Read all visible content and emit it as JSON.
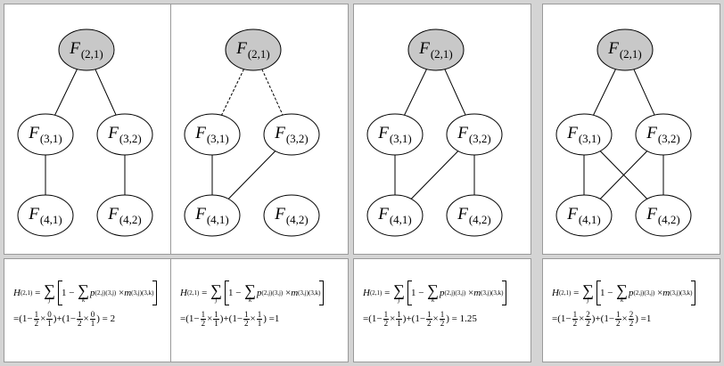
{
  "panels": [
    {
      "nodes": [
        {
          "id": "root",
          "var": "F",
          "sub": "(2,1)",
          "shaded": true
        },
        {
          "id": "a",
          "var": "F",
          "sub": "(3,1)"
        },
        {
          "id": "b",
          "var": "F",
          "sub": "(3,2)"
        },
        {
          "id": "c",
          "var": "F",
          "sub": "(4,1)"
        },
        {
          "id": "d",
          "var": "F",
          "sub": "(4,2)"
        }
      ],
      "edges": [
        {
          "from": "root",
          "to": "a",
          "style": "solid"
        },
        {
          "from": "root",
          "to": "b",
          "style": "solid"
        },
        {
          "from": "a",
          "to": "c",
          "style": "solid"
        },
        {
          "from": "b",
          "to": "d",
          "style": "solid"
        }
      ],
      "formula": {
        "lhs": "H",
        "lhs_sub": "(2,1)",
        "eq": "=",
        "one": "1",
        "minus": "−",
        "sum_sym": "∑",
        "outer_index": "j",
        "inner_index": "k",
        "p": "p",
        "p_sub": "(2,j)(3,j)",
        "times": "×",
        "m": "m",
        "m_sub": "(3,j)(3,k)",
        "expansion": {
          "prefix": "=(1−",
          "t1_frac": [
            "1",
            "2"
          ],
          "t1_times": "×",
          "t1_frac2": [
            "0",
            "1"
          ],
          "mid": ")+(1−",
          "t2_frac": [
            "1",
            "2"
          ],
          "t2_times": "×",
          "t2_frac2": [
            "0",
            "1"
          ],
          "suffix": ")",
          "result": "= 2"
        }
      }
    },
    {
      "nodes": [
        {
          "id": "root",
          "var": "F",
          "sub": "(2,1)",
          "shaded": true
        },
        {
          "id": "a",
          "var": "F",
          "sub": "(3,1)"
        },
        {
          "id": "b",
          "var": "F",
          "sub": "(3,2)"
        },
        {
          "id": "c",
          "var": "F",
          "sub": "(4,1)"
        },
        {
          "id": "d",
          "var": "F",
          "sub": "(4,2)"
        }
      ],
      "edges": [
        {
          "from": "root",
          "to": "a",
          "style": "dashed"
        },
        {
          "from": "root",
          "to": "b",
          "style": "dashed"
        },
        {
          "from": "a",
          "to": "c",
          "style": "solid"
        },
        {
          "from": "b",
          "to": "c",
          "style": "solid"
        }
      ],
      "formula": {
        "lhs": "H",
        "lhs_sub": "(2,1)",
        "eq": "=",
        "one": "1",
        "minus": "−",
        "sum_sym": "∑",
        "outer_index": "j",
        "inner_index": "k",
        "p": "p",
        "p_sub": "(2,j)(3,j)",
        "times": "×",
        "m": "m",
        "m_sub": "(3,j)(3,k)",
        "expansion": {
          "prefix": "=(1−",
          "t1_frac": [
            "1",
            "2"
          ],
          "t1_times": "×",
          "t1_frac2": [
            "1",
            "1"
          ],
          "mid": ")+(1−",
          "t2_frac": [
            "1",
            "2"
          ],
          "t2_times": "×",
          "t2_frac2": [
            "1",
            "1"
          ],
          "suffix": ")",
          "result": "=1"
        }
      }
    },
    {
      "nodes": [
        {
          "id": "root",
          "var": "F",
          "sub": "(2,1)",
          "shaded": true
        },
        {
          "id": "a",
          "var": "F",
          "sub": "(3,1)"
        },
        {
          "id": "b",
          "var": "F",
          "sub": "(3,2)"
        },
        {
          "id": "c",
          "var": "F",
          "sub": "(4,1)"
        },
        {
          "id": "d",
          "var": "F",
          "sub": "(4,2)"
        }
      ],
      "edges": [
        {
          "from": "root",
          "to": "a",
          "style": "solid"
        },
        {
          "from": "root",
          "to": "b",
          "style": "solid"
        },
        {
          "from": "a",
          "to": "c",
          "style": "solid"
        },
        {
          "from": "b",
          "to": "c",
          "style": "solid"
        },
        {
          "from": "b",
          "to": "d",
          "style": "solid"
        }
      ],
      "formula": {
        "lhs": "H",
        "lhs_sub": "(2,1)",
        "eq": "=",
        "one": "1",
        "minus": "−",
        "sum_sym": "∑",
        "outer_index": "j",
        "inner_index": "k",
        "p": "p",
        "p_sub": "(2,j)(3,j)",
        "times": "×",
        "m": "m",
        "m_sub": "(3,j)(3,k)",
        "expansion": {
          "prefix": "=(1−",
          "t1_frac": [
            "1",
            "2"
          ],
          "t1_times": "×",
          "t1_frac2": [
            "1",
            "1"
          ],
          "mid": ")+(1−",
          "t2_frac": [
            "1",
            "2"
          ],
          "t2_times": "×",
          "t2_frac2": [
            "1",
            "2"
          ],
          "suffix": ")",
          "result": "= 1.25"
        }
      }
    },
    {
      "nodes": [
        {
          "id": "root",
          "var": "F",
          "sub": "(2,1)",
          "shaded": true
        },
        {
          "id": "a",
          "var": "F",
          "sub": "(3,1)"
        },
        {
          "id": "b",
          "var": "F",
          "sub": "(3,2)"
        },
        {
          "id": "c",
          "var": "F",
          "sub": "(4,1)"
        },
        {
          "id": "d",
          "var": "F",
          "sub": "(4,2)"
        }
      ],
      "edges": [
        {
          "from": "root",
          "to": "a",
          "style": "solid"
        },
        {
          "from": "root",
          "to": "b",
          "style": "solid"
        },
        {
          "from": "a",
          "to": "c",
          "style": "solid"
        },
        {
          "from": "a",
          "to": "d",
          "style": "solid"
        },
        {
          "from": "b",
          "to": "c",
          "style": "solid"
        },
        {
          "from": "b",
          "to": "d",
          "style": "solid"
        }
      ],
      "formula": {
        "lhs": "H",
        "lhs_sub": "(2,1)",
        "eq": "=",
        "one": "1",
        "minus": "−",
        "sum_sym": "∑",
        "outer_index": "j",
        "inner_index": "k",
        "p": "p",
        "p_sub": "(2,j)(3,j)",
        "times": "×",
        "m": "m",
        "m_sub": "(3,j)(3,k)",
        "expansion": {
          "prefix": "=(1−",
          "t1_frac": [
            "1",
            "2"
          ],
          "t1_times": "×",
          "t1_frac2": [
            "2",
            "2"
          ],
          "mid": ")+(1−",
          "t2_frac": [
            "1",
            "2"
          ],
          "t2_times": "×",
          "t2_frac2": [
            "2",
            "2"
          ],
          "suffix": ")",
          "result": "=1"
        }
      }
    }
  ],
  "colors": {
    "background": "#d4d4d4",
    "panel": "#ffffff",
    "node_shaded": "#c8c8c8",
    "stroke": "#000000"
  }
}
